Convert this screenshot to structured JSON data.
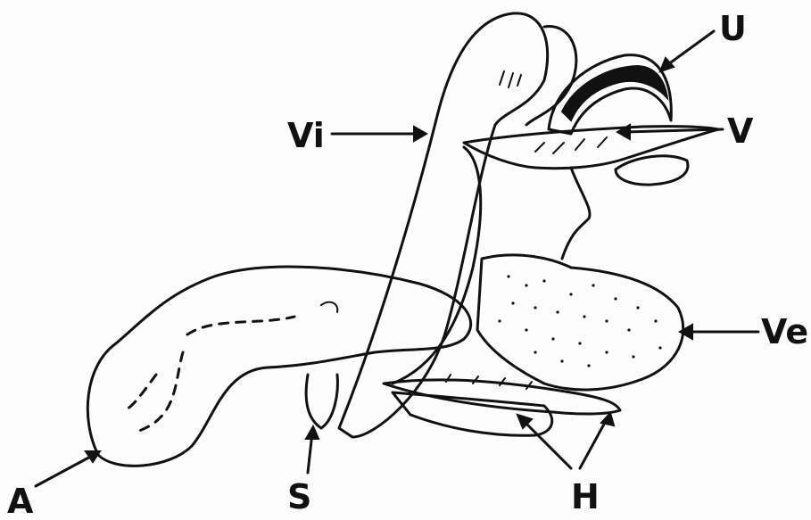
{
  "labels": {
    "A": "A",
    "S": "S",
    "H": "H",
    "Ve": "Ve",
    "V": "V",
    "Vi": "Vi",
    "U": "U"
  }
}
